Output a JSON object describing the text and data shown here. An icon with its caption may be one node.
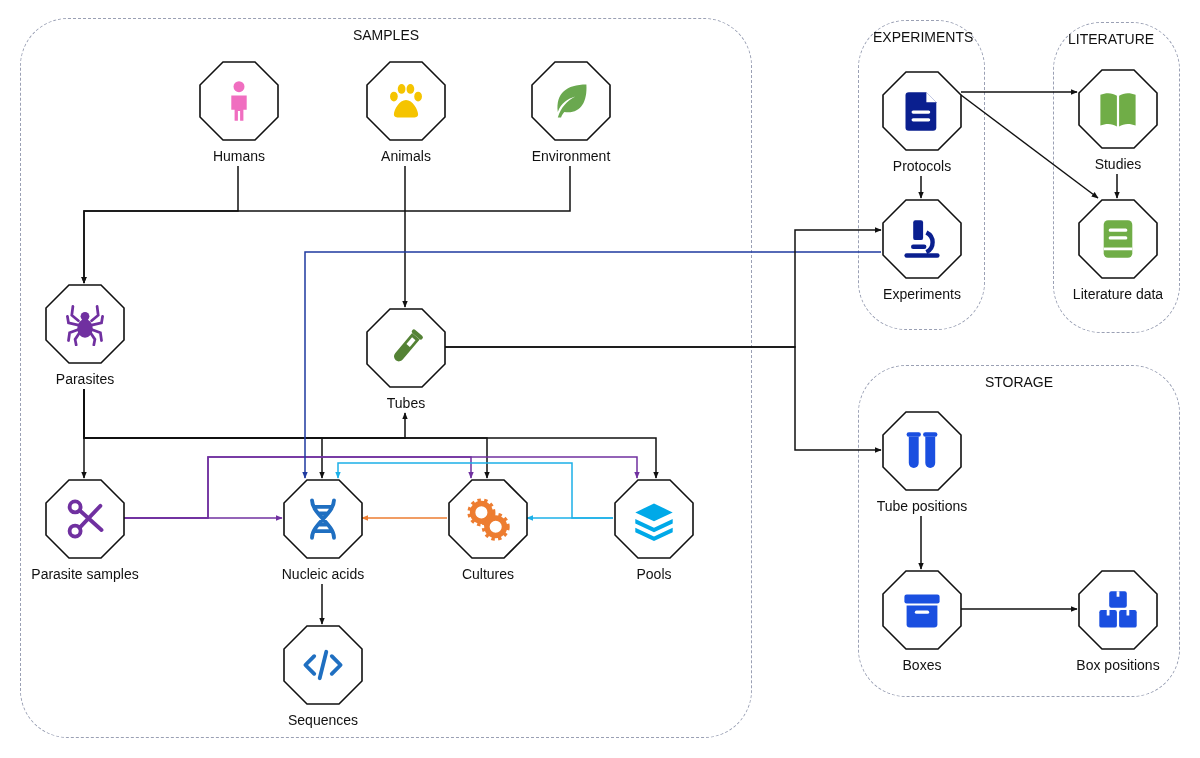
{
  "diagram": {
    "nodes": [
      {
        "text": [
          "SAMPLES"
        ]
      },
      {
        "text": [
          "Humans"
        ],
        "in": 0
      },
      {
        "text": [
          "Animals"
        ],
        "in": 0
      },
      {
        "text": [
          "Environment"
        ],
        "in": 0
      },
      {
        "text": [
          "Parasites"
        ],
        "in": 0
      },
      {
        "text": [
          "Tubes"
        ],
        "in": 0
      },
      {
        "text": [
          "Parasite samples"
        ],
        "in": 0
      },
      {
        "text": [
          "Nucleic acids"
        ],
        "in": 0
      },
      {
        "text": [
          "Cultures"
        ],
        "in": 0
      },
      {
        "text": [
          "Pools"
        ],
        "in": 0
      },
      {
        "text": [
          "Sequences"
        ],
        "in": 0
      },
      {
        "text": [
          "EXPERIMENTS"
        ]
      },
      {
        "text": [
          "Protocols"
        ],
        "in": 11
      },
      {
        "text": [
          "Experiments"
        ],
        "in": 11
      },
      {
        "text": [
          "LITERATURE"
        ]
      },
      {
        "text": [
          "Studies"
        ],
        "in": 14
      },
      {
        "text": [
          "Literature data"
        ],
        "in": 14
      },
      {
        "text": [
          "STORAGE"
        ]
      },
      {
        "text": [
          "Tube positions"
        ],
        "in": 17
      },
      {
        "text": [
          "Boxes"
        ],
        "in": 17
      },
      {
        "text": [
          "Box positions"
        ],
        "in": 17
      }
    ],
    "edges": [
      {
        "from": 1,
        "to": 4,
        "arrow": "to"
      },
      {
        "from": 3,
        "to": 4,
        "arrow": "to"
      },
      {
        "from": 2,
        "to": 5,
        "arrow": "to"
      },
      {
        "from": 4,
        "to": 6,
        "arrow": "to"
      },
      {
        "from": 4,
        "to": 5,
        "arrow": "to"
      },
      {
        "from": 4,
        "to": 7,
        "arrow": "to"
      },
      {
        "from": 4,
        "to": 8,
        "arrow": "to"
      },
      {
        "from": 4,
        "to": 9,
        "arrow": "to"
      },
      {
        "from": 6,
        "to": 7,
        "arrow": "to",
        "color": "#7030a0"
      },
      {
        "from": 6,
        "to": 8,
        "arrow": "to",
        "color": "#7030a0"
      },
      {
        "from": 6,
        "to": 9,
        "arrow": "to",
        "color": "#7030a0"
      },
      {
        "from": 8,
        "to": 7,
        "arrow": "to",
        "color": "#ed7d31"
      },
      {
        "from": 9,
        "to": 8,
        "arrow": "to",
        "color": "#1cb0e8"
      },
      {
        "from": 9,
        "to": 7,
        "arrow": "to",
        "color": "#1cb0e8"
      },
      {
        "from": 7,
        "to": 10,
        "arrow": "to"
      },
      {
        "from": 13,
        "to": 7,
        "arrow": "to",
        "color": "#1f3aa0"
      },
      {
        "from": 5,
        "to": 13,
        "arrow": "to"
      },
      {
        "from": 5,
        "to": 18,
        "arrow": "to"
      },
      {
        "from": 12,
        "to": 13,
        "arrow": "to"
      },
      {
        "from": 12,
        "to": 15,
        "arrow": "to"
      },
      {
        "from": 12,
        "to": 16,
        "arrow": "to"
      },
      {
        "from": 15,
        "to": 16,
        "arrow": "to"
      },
      {
        "from": 18,
        "to": 19,
        "arrow": "to"
      },
      {
        "from": 19,
        "to": 20,
        "arrow": "to"
      }
    ]
  }
}
